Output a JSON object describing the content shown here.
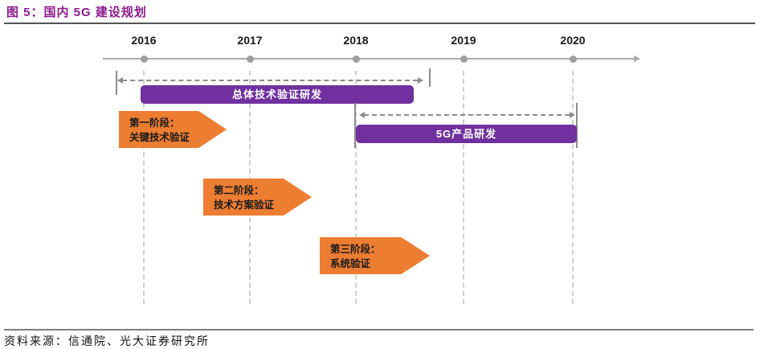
{
  "header": {
    "title": "图 5：国内 5G 建设规划"
  },
  "timeline": {
    "years": [
      "2016",
      "2017",
      "2018",
      "2019",
      "2020"
    ],
    "axis_range_note": "horizontal year axis with dot markers and right arrow"
  },
  "bars": {
    "overall": {
      "label": "总体技术验证研发",
      "start_year": 2016.0,
      "end_year": 2018.5
    },
    "product": {
      "label": "5G产品研发",
      "start_year": 2018.0,
      "end_year": 2020.0
    }
  },
  "stages": [
    {
      "title": "第一阶段：",
      "subtitle": "关键技术验证",
      "start_year": 2015.8,
      "end_year": 2016.8
    },
    {
      "title": "第二阶段：",
      "subtitle": "技术方案验证",
      "start_year": 2016.6,
      "end_year": 2017.6
    },
    {
      "title": "第三阶段：",
      "subtitle": "系统验证",
      "start_year": 2017.7,
      "end_year": 2018.7
    }
  ],
  "footer": {
    "source": "资料来源：信通院、光大证券研究所"
  },
  "colors": {
    "purple": "#7030A0",
    "orange": "#ED7D31",
    "title_magenta": "#8F1A8F",
    "axis_gray": "#A9A9A9"
  }
}
